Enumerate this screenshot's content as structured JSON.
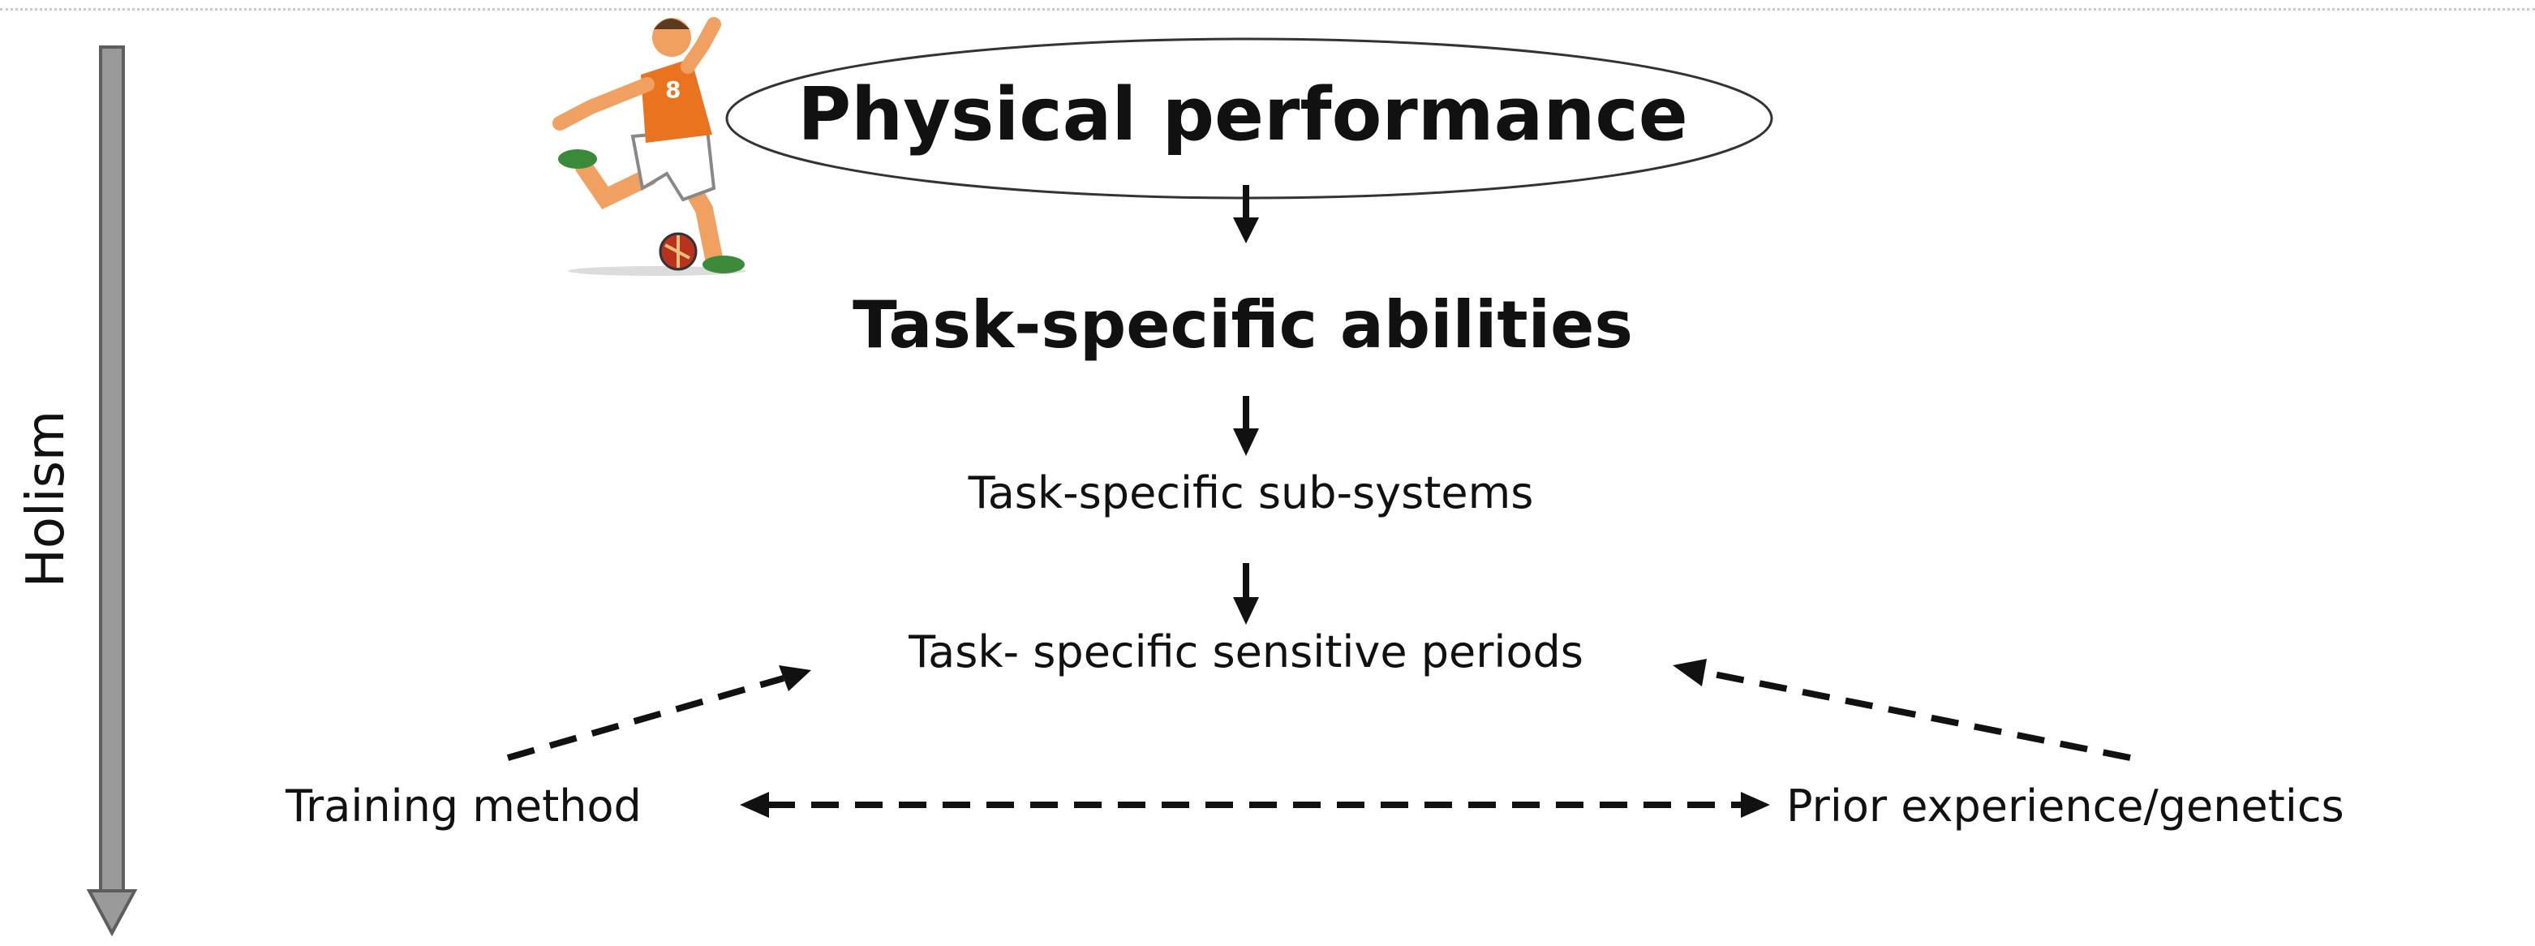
{
  "axis": {
    "label": "Holism"
  },
  "nodes": {
    "top": "Physical performance",
    "level2": "Task-specific abilities",
    "level3": "Task-specific sub-systems",
    "level4": "Task- specific sensitive periods",
    "left_factor": "Training method",
    "right_factor": "Prior experience/genetics"
  },
  "colors": {
    "axis_fill": "#9a9a9a",
    "axis_stroke": "#5e5e5e",
    "text": "#111111",
    "arrow": "#111111",
    "player_jersey": "#e9731e",
    "player_skin": "#f0a060"
  },
  "icons": {
    "player": "soccer-player-kicking-icon"
  }
}
